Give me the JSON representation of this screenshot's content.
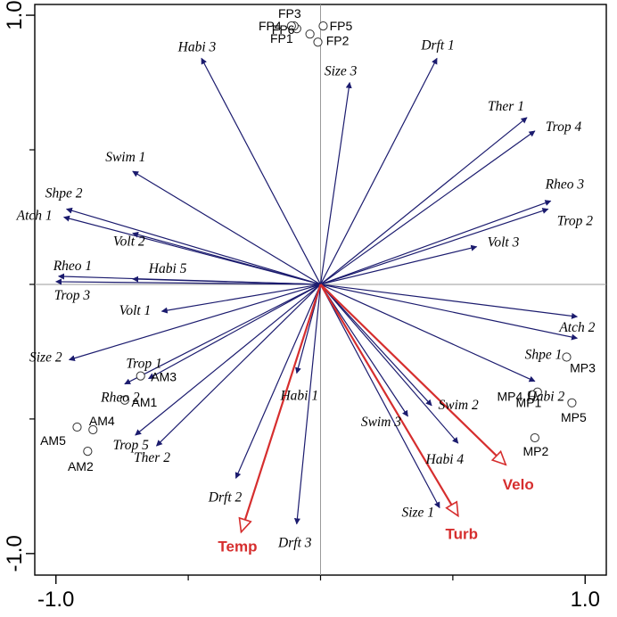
{
  "chart_data": {
    "type": "scatter",
    "xlim": [
      -1.08,
      1.08
    ],
    "ylim": [
      -1.08,
      1.04
    ],
    "x_ticks": [
      -1.0,
      1.0
    ],
    "y_ticks": [
      -1.0,
      1.0
    ],
    "x_tick_labels": [
      "-1.0",
      "1.0"
    ],
    "y_tick_labels": [
      "-1.0",
      "1.0"
    ],
    "colors": {
      "trait": "#1b1b6e",
      "env": "#d62e2e",
      "axis": "#000000",
      "zero_line": "#9a9a9a"
    },
    "traits": [
      {
        "label": "Habi 3",
        "x": -0.45,
        "y": 0.84
      },
      {
        "label": "Drft 1",
        "x": 0.44,
        "y": 0.84
      },
      {
        "label": "Size 3",
        "x": 0.11,
        "y": 0.75
      },
      {
        "label": "Ther 1",
        "x": 0.78,
        "y": 0.62
      },
      {
        "label": "Trop 4",
        "x": 0.81,
        "y": 0.57
      },
      {
        "label": "Rheo 3",
        "x": 0.87,
        "y": 0.31
      },
      {
        "label": "Trop 2",
        "x": 0.86,
        "y": 0.28
      },
      {
        "label": "Volt 3",
        "x": 0.59,
        "y": 0.14
      },
      {
        "label": "Swim 1",
        "x": -0.71,
        "y": 0.42
      },
      {
        "label": "Shpe 2",
        "x": -0.96,
        "y": 0.28
      },
      {
        "label": "Atch 1",
        "x": -0.97,
        "y": 0.25
      },
      {
        "label": "Volt 2",
        "x": -0.71,
        "y": 0.19
      },
      {
        "label": "Habi 5",
        "x": -0.71,
        "y": 0.02
      },
      {
        "label": "Rheo 1",
        "x": -0.99,
        "y": 0.03
      },
      {
        "label": "Trop 3",
        "x": -1.0,
        "y": 0.01
      },
      {
        "label": "Volt 1",
        "x": -0.6,
        "y": -0.1
      },
      {
        "label": "Size 2",
        "x": -0.95,
        "y": -0.28
      },
      {
        "label": "Trop 1",
        "x": -0.65,
        "y": -0.35
      },
      {
        "label": "Rheo 2",
        "x": -0.74,
        "y": -0.37
      },
      {
        "label": "Trop 5",
        "x": -0.7,
        "y": -0.56
      },
      {
        "label": "Ther 2",
        "x": -0.62,
        "y": -0.6
      },
      {
        "label": "Habi 1",
        "x": -0.09,
        "y": -0.33
      },
      {
        "label": "Drft 2",
        "x": -0.32,
        "y": -0.72
      },
      {
        "label": "Drft 3",
        "x": -0.09,
        "y": -0.89
      },
      {
        "label": "Atch 2",
        "x": 0.97,
        "y": -0.12
      },
      {
        "label": "Shpe 1",
        "x": 0.97,
        "y": -0.2
      },
      {
        "label": "Habi 2",
        "x": 0.81,
        "y": -0.36
      },
      {
        "label": "Swim 2",
        "x": 0.42,
        "y": -0.45
      },
      {
        "label": "Swim 3",
        "x": 0.33,
        "y": -0.49
      },
      {
        "label": "Habi 4",
        "x": 0.52,
        "y": -0.59
      },
      {
        "label": "Size 1",
        "x": 0.45,
        "y": -0.83
      }
    ],
    "env": [
      {
        "label": "Temp",
        "x": -0.3,
        "y": -0.92
      },
      {
        "label": "Velo",
        "x": 0.7,
        "y": -0.67
      },
      {
        "label": "Turb",
        "x": 0.52,
        "y": -0.86
      }
    ],
    "sites": [
      {
        "label": "FP1",
        "x": -0.09,
        "y": 0.95
      },
      {
        "label": "FP2",
        "x": -0.01,
        "y": 0.9
      },
      {
        "label": "FP3",
        "x": -0.1,
        "y": 0.96
      },
      {
        "label": "FP4",
        "x": -0.11,
        "y": 0.96
      },
      {
        "label": "FP5",
        "x": 0.01,
        "y": 0.96
      },
      {
        "label": "FP6",
        "x": -0.04,
        "y": 0.93
      },
      {
        "label": "AM1",
        "x": -0.74,
        "y": -0.43
      },
      {
        "label": "AM2",
        "x": -0.88,
        "y": -0.62
      },
      {
        "label": "AM3",
        "x": -0.68,
        "y": -0.34
      },
      {
        "label": "AM4",
        "x": -0.86,
        "y": -0.54
      },
      {
        "label": "AM5",
        "x": -0.92,
        "y": -0.53
      },
      {
        "label": "MP1",
        "x": 0.82,
        "y": -0.4
      },
      {
        "label": "MP2",
        "x": 0.81,
        "y": -0.57
      },
      {
        "label": "MP3",
        "x": 0.93,
        "y": -0.27
      },
      {
        "label": "MP4",
        "x": 0.8,
        "y": -0.41
      },
      {
        "label": "MP5",
        "x": 0.95,
        "y": -0.44
      }
    ],
    "title": "",
    "xlabel": "",
    "ylabel": ""
  }
}
